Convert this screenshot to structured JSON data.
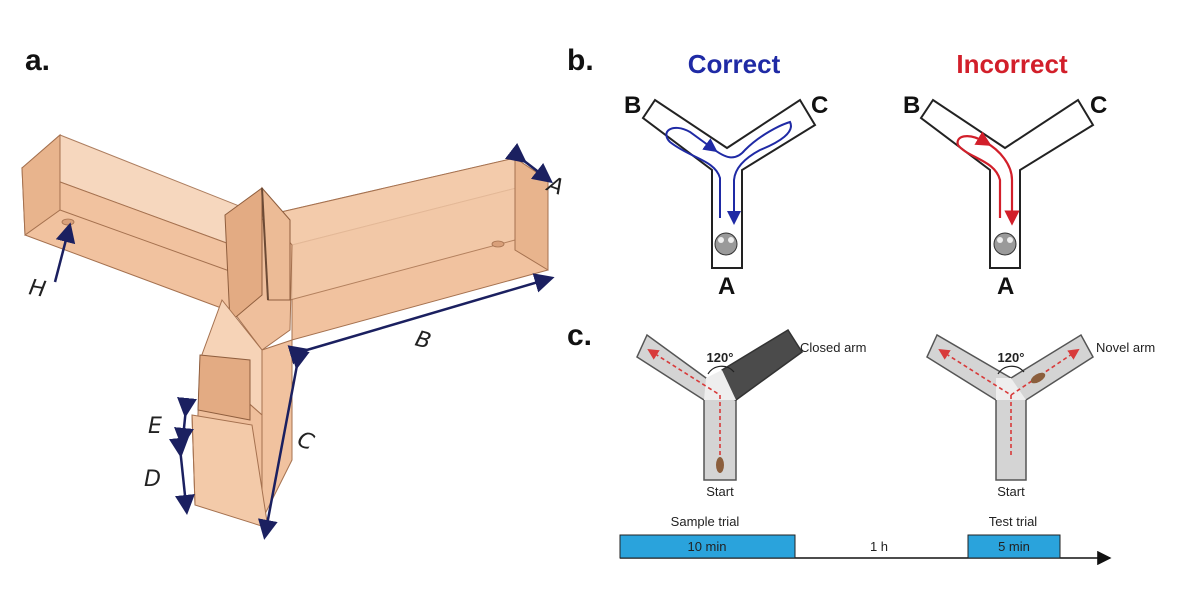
{
  "panels": {
    "a": "a.",
    "b": "b.",
    "c": "c."
  },
  "panel_a": {
    "dimension_labels": {
      "A": "A",
      "B": "B",
      "C": "C",
      "D": "D",
      "E": "E",
      "H": "H"
    }
  },
  "panel_b": {
    "correct": {
      "title": "Correct",
      "color": "#1f2aa5",
      "arm_b": "B",
      "arm_c": "C",
      "arm_a": "A"
    },
    "incorrect": {
      "title": "Incorrect",
      "color": "#d21f2a",
      "arm_b": "B",
      "arm_c": "C",
      "arm_a": "A"
    }
  },
  "panel_c": {
    "sample": {
      "angle": "120°",
      "closed_arm": "Closed arm",
      "start": "Start"
    },
    "test": {
      "angle": "120°",
      "novel_arm": "Novel arm",
      "start": "Start"
    },
    "timeline": {
      "sample_trial_label": "Sample trial",
      "sample_duration": "10 min",
      "interval": "1 h",
      "test_trial_label": "Test trial",
      "test_duration": "5 min",
      "bar_color": "#2aa3dc"
    }
  }
}
